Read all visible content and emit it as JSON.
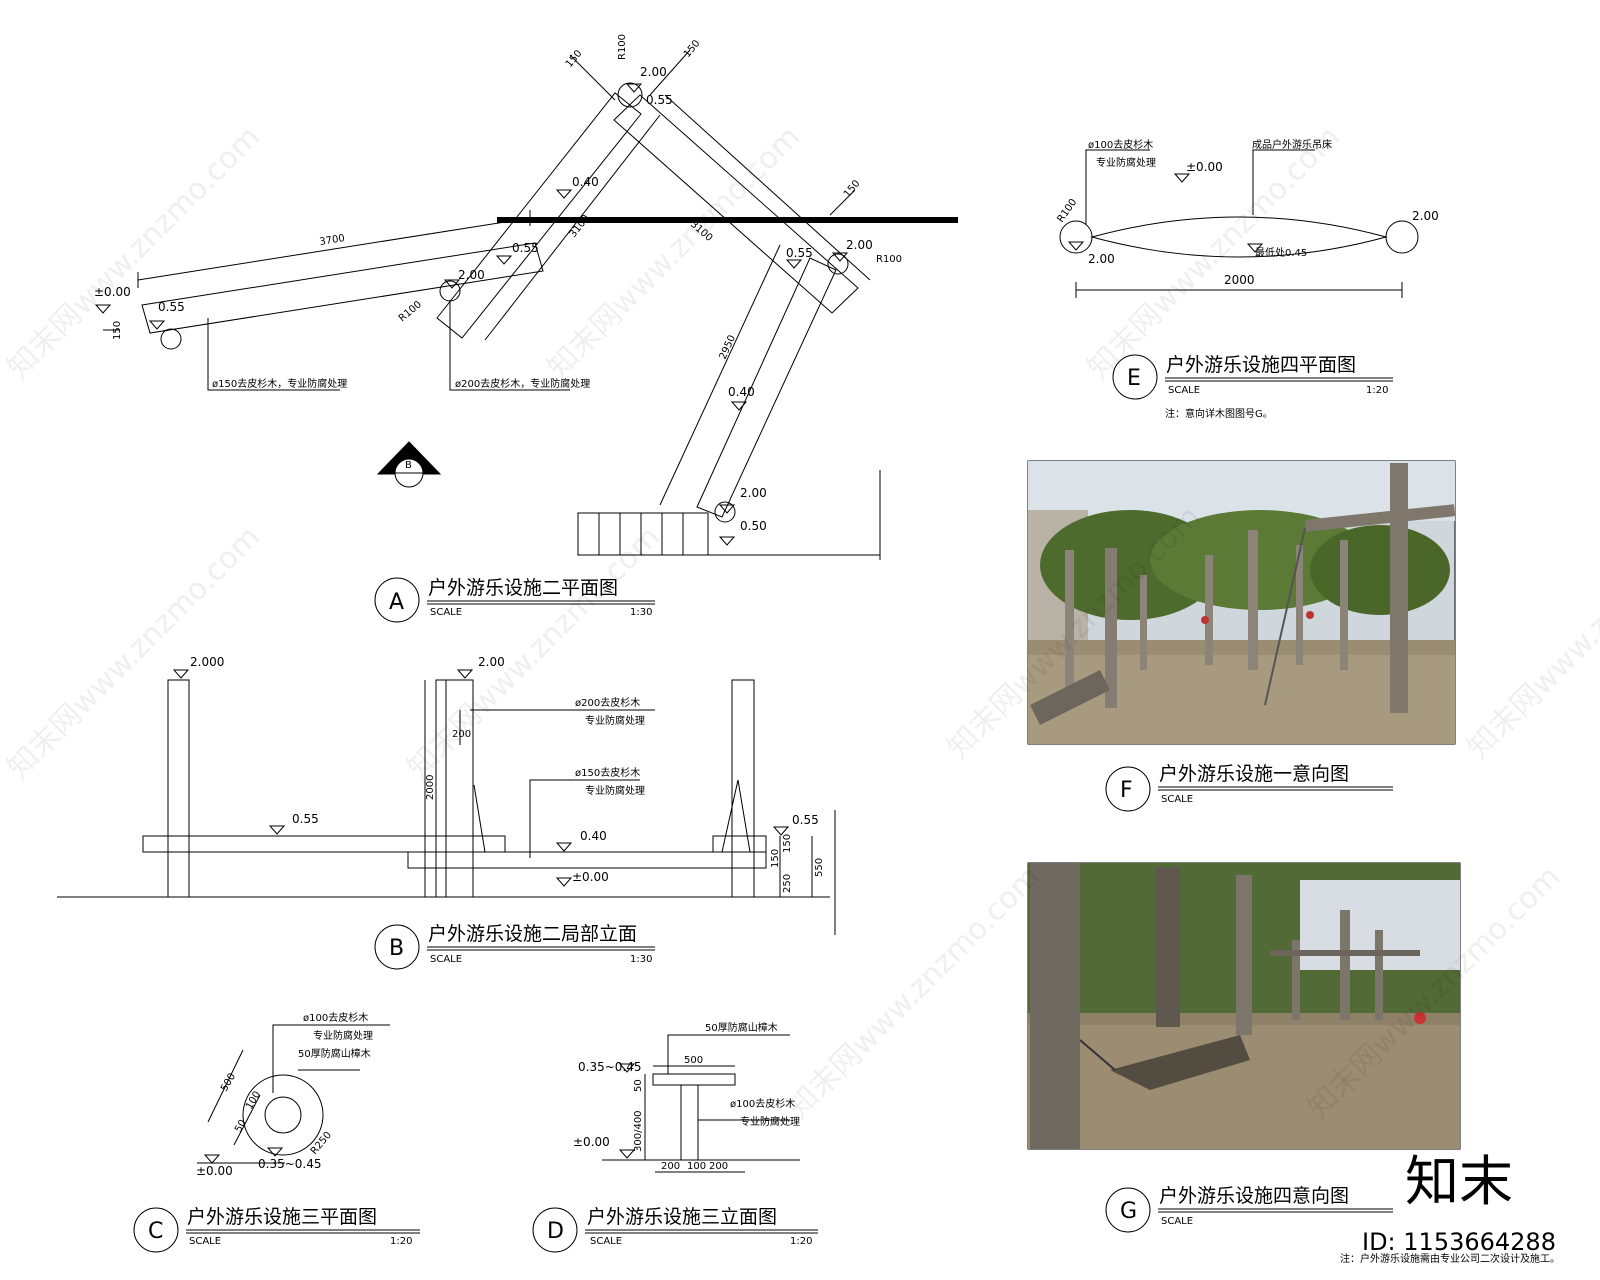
{
  "drawings": {
    "A": {
      "letter": "A",
      "title": "户外游乐设施二平面图",
      "scale_label": "SCALE",
      "scale_value": "1:30",
      "dims": {
        "d3700": "3700",
        "d3100": "3100",
        "d3100b": "3100",
        "d2950": "2950",
        "d150a": "150",
        "d150b": "150",
        "d150c": "150",
        "d150d": "150",
        "r100a": "R100",
        "r100b": "R100",
        "r100c": "R100"
      },
      "levels": {
        "l000": "±0.00",
        "l055a": "0.55",
        "l040a": "0.40",
        "l055b": "0.55",
        "l200a": "2.00",
        "l200b": "2.00",
        "l055c": "0.55",
        "l055d": "0.55",
        "l200c": "2.00",
        "l040b": "0.40",
        "l200d": "2.00",
        "l050": "0.50"
      },
      "notes": {
        "n150": "ø150去皮杉木，专业防腐处理",
        "n200": "ø200去皮杉木，专业防腐处理"
      },
      "section_marker": "B"
    },
    "B": {
      "letter": "B",
      "title": "户外游乐设施二局部立面",
      "scale_label": "SCALE",
      "scale_value": "1:30",
      "levels": {
        "l2000": "2.000",
        "l200": "2.00",
        "l055a": "0.55",
        "l040": "0.40",
        "l000": "±0.00",
        "l055b": "0.55"
      },
      "dims": {
        "d2000": "2000",
        "d200": "200",
        "d150a": "150",
        "d150b": "150",
        "d250": "250",
        "d550": "550"
      },
      "notes": {
        "n200a": "ø200去皮杉木",
        "n200b": "专业防腐处理",
        "n150a": "ø150去皮杉木",
        "n150b": "专业防腐处理"
      }
    },
    "C": {
      "letter": "C",
      "title": "户外游乐设施三平面图",
      "scale_label": "SCALE",
      "scale_value": "1:20",
      "notes": {
        "n1": "ø100去皮杉木",
        "n2": "专业防腐处理",
        "n3": "50厚防腐山樟木"
      },
      "dims": {
        "d500": "500",
        "d100": "100",
        "d50": "50",
        "r250": "R250"
      },
      "levels": {
        "l000": "±0.00",
        "lrange": "0.35~0.45"
      }
    },
    "D": {
      "letter": "D",
      "title": "户外游乐设施三立面图",
      "scale_label": "SCALE",
      "scale_value": "1:20",
      "notes": {
        "n1": "50厚防腐山樟木",
        "n2": "ø100去皮杉木",
        "n3": "专业防腐处理"
      },
      "dims": {
        "d500": "500",
        "d50": "50",
        "d300": "300/400",
        "d200a": "200",
        "d100": "100",
        "d200b": "200"
      },
      "levels": {
        "lrange": "0.35~0.45",
        "l000": "±0.00"
      }
    },
    "E": {
      "letter": "E",
      "title": "户外游乐设施四平面图",
      "scale_label": "SCALE",
      "scale_value": "1:20",
      "note": "注：意向详木图图号G。",
      "labels": {
        "n100a": "ø100去皮杉木",
        "n100b": "专业防腐处理",
        "hammock": "成品户外游乐吊床",
        "l000": "±0.00",
        "r100": "R100",
        "l200a": "2.00",
        "l200b": "2.00",
        "lowest": "最低处0.45",
        "d2000": "2000"
      }
    },
    "F": {
      "letter": "F",
      "title": "户外游乐设施一意向图",
      "scale_label": "SCALE"
    },
    "G": {
      "letter": "G",
      "title": "户外游乐设施四意向图",
      "scale_label": "SCALE"
    }
  },
  "watermark": {
    "text": "知末网www.znzmo.com",
    "brand": "知末",
    "id": "ID: 1153664288"
  },
  "footnote": "注：户外游乐设施需由专业公司二次设计及施工。",
  "colors": {
    "line": "#000000",
    "photo_sky": "#cfd7dd",
    "photo_tree": "#4e6b2e",
    "photo_ground": "#9b8d72",
    "photo_wood": "#8c8478"
  }
}
